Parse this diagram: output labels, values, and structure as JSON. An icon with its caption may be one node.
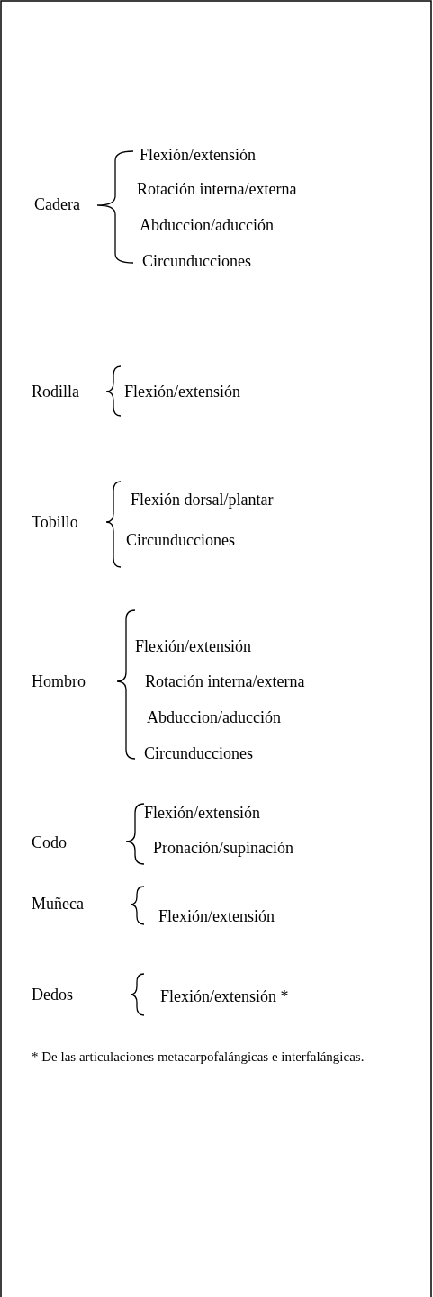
{
  "diagram": {
    "labels": [
      "Cadera",
      "Flexión/extensión",
      "Rotación interna/externa",
      "Abduccion/aducción",
      "Circunducciones",
      "Rodilla",
      "Flexión/extensión",
      "Tobillo",
      "Flexión dorsal/plantar",
      "Circunducciones",
      "Hombro",
      "Flexión/extensión",
      "Rotación interna/externa",
      "Abduccion/aducción",
      "Circunducciones",
      "Codo",
      "Flexión/extensión",
      "Pronación/supinación",
      "Muñeca",
      "Flexión/extensión",
      "Dedos",
      "Flexión/extensión *",
      "* De las articulaciones metacarpofalángicas e interfalángicas."
    ]
  }
}
